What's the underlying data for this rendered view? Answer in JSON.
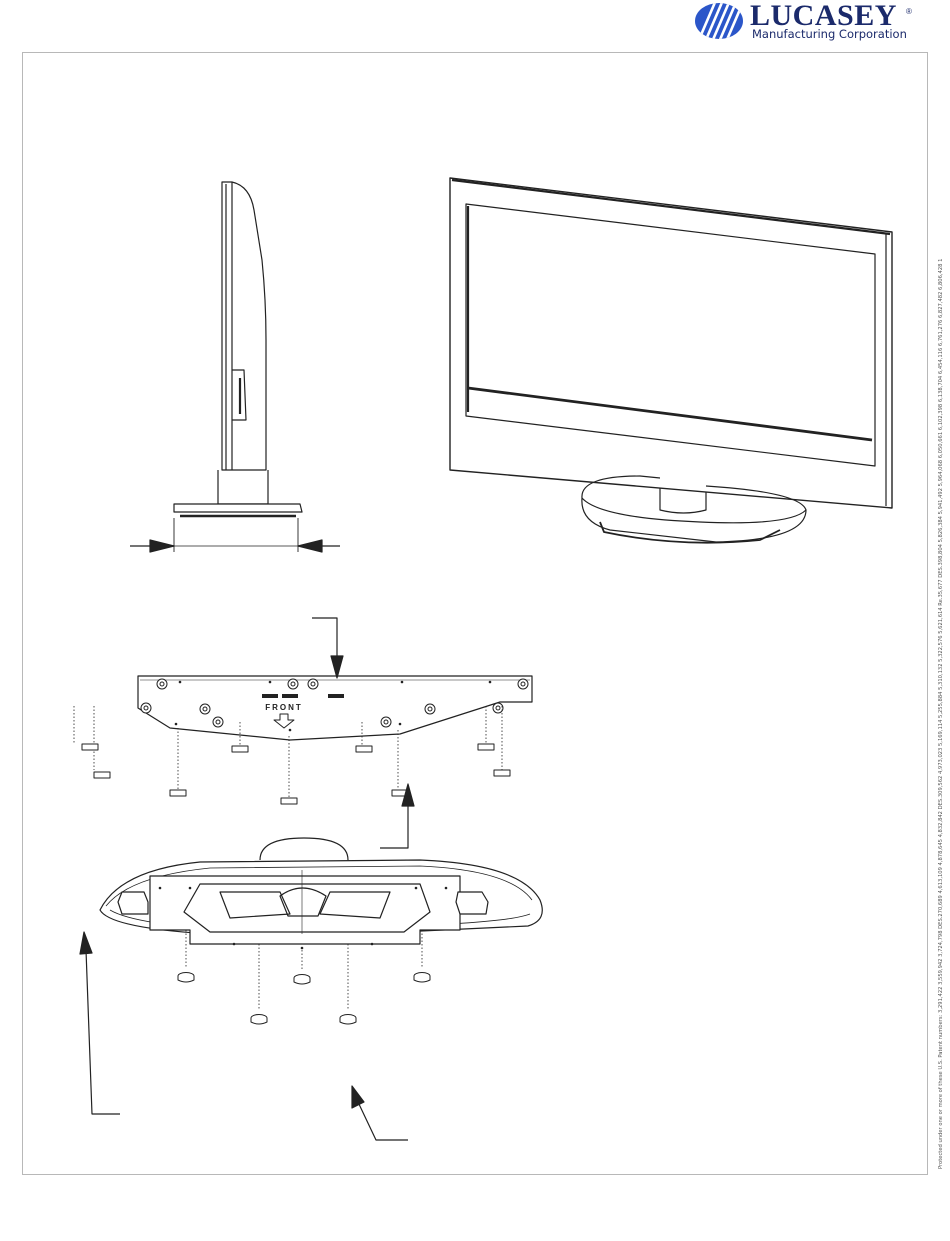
{
  "brand": {
    "name": "LUCASEY",
    "registered": "®",
    "subtitle": "Manufacturing Corporation",
    "color": "#1b2a6b",
    "logo_icon": "striped-circle-logo"
  },
  "drawing": {
    "plate_label": "FRONT"
  },
  "patent_notice": "Protected under one or more of these U.S. Patent numbers: 3,291,422 3,559,942 3,724,798 DES.270,689 4,613,109 4,878,645 4,832,842 DES.309,562 4,973,023 5,169,114 5,255,884 5,310,132 5,322,576 5,621,614 Re.35,677 DES.398,804 5,826,384 5,941,492 5,964,068 6,050,661 6,102,398 6,138,704 6,454,116 6,761,276 6,827,482 6,806,428 1"
}
